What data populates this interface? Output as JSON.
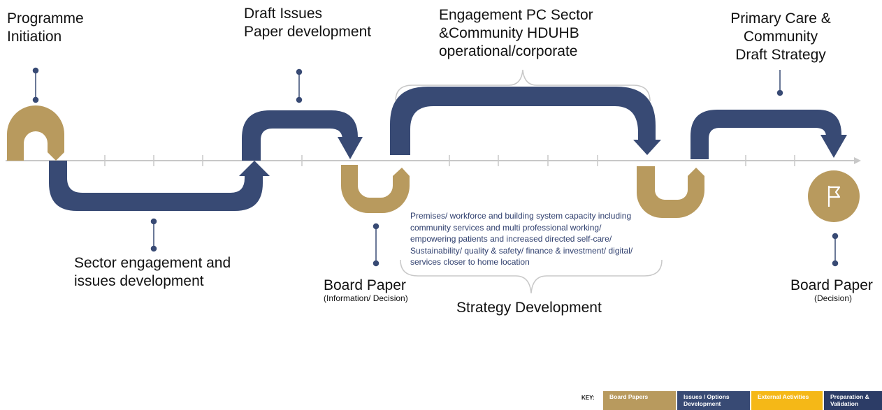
{
  "labels": {
    "programme_initiation": "Programme\nInitiation",
    "draft_issues": "Draft Issues\nPaper development",
    "engagement": "Engagement PC Sector\n&Community  HDUHB\noperational/corporate",
    "primary_care": "Primary Care &\nCommunity\nDraft Strategy",
    "sector_engagement": "Sector engagement and\nissues development",
    "board_paper_1": "Board Paper",
    "board_paper_1_sub": "(Information/ Decision)",
    "board_paper_2": "Board Paper",
    "board_paper_2_sub": "(Decision)",
    "strategy_development": "Strategy Development",
    "strategy_detail": "Premises/ workforce and building system capacity including\ncommunity services and multi professional working/\nempowering patients and increased directed self-care/\nSustainability/ quality & safety/ finance & investment/ digital/\nservices closer to home location"
  },
  "key": {
    "title": "KEY:",
    "items": [
      {
        "label": "Board Papers",
        "color": "#b89a5e"
      },
      {
        "label": "Issues / Options\nDevelopment",
        "color": "#384a74"
      },
      {
        "label": "External Activities",
        "color": "#f5b817"
      },
      {
        "label": "Preparation &\nValidation",
        "color": "#2c3c66"
      }
    ]
  },
  "colors": {
    "gold": "#b89a5e",
    "navy": "#384a74",
    "connector": "#384a74",
    "axis": "#c8c8c8",
    "bracket": "#c8c8c8"
  },
  "icons": {
    "final_milestone": "flag-icon"
  }
}
